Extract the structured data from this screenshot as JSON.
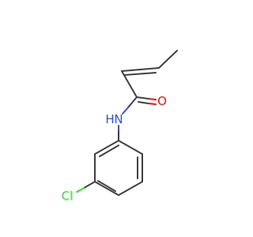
{
  "molecule": {
    "atoms": {
      "oxygen": {
        "label": "O",
        "color": "#ff0d0d"
      },
      "nitrogen": {
        "label": "N",
        "color": "#3050f8"
      },
      "hydrogen": {
        "label": "H",
        "color": "#3050f8"
      },
      "chlorine": {
        "label": "Cl",
        "color": "#1ff01f"
      }
    },
    "bond_color": "#404040"
  }
}
